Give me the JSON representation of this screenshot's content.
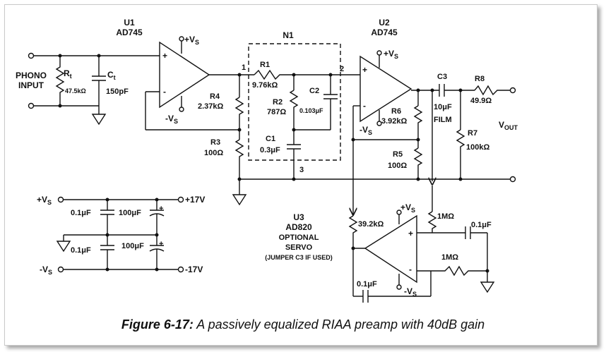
{
  "u1": {
    "ref": "U1",
    "part": "AD745"
  },
  "u2": {
    "ref": "U2",
    "part": "AD745"
  },
  "u3": {
    "ref": "U3",
    "part": "AD820",
    "note1": "OPTIONAL",
    "note2": "SERVO",
    "note3": "(JUMPER C3 IF USED)"
  },
  "n1": "N1",
  "input": {
    "line1": "PHONO",
    "line2": "INPUT"
  },
  "supply_labels": {
    "pos": "+V",
    "neg": "-V",
    "sub": "S"
  },
  "comp": {
    "rt": {
      "ref": "R",
      "sub": "t",
      "value": "47.5kΩ"
    },
    "ct": {
      "ref": "C",
      "sub": "t",
      "value": "150pF"
    },
    "r1": {
      "ref": "R1",
      "value": "9.76kΩ"
    },
    "r2": {
      "ref": "R2",
      "value": "787Ω"
    },
    "c2": {
      "ref": "C2",
      "value": "0.103μF"
    },
    "c1": {
      "ref": "C1",
      "value": "0.3μF"
    },
    "r3": {
      "ref": "R3",
      "value": "100Ω"
    },
    "r4": {
      "ref": "R4",
      "value": "2.37kΩ"
    },
    "r5": {
      "ref": "R5",
      "value": "100Ω"
    },
    "r6": {
      "ref": "R6",
      "value": "3.92kΩ"
    },
    "c3": {
      "ref": "C3",
      "value": "10μF",
      "note": "FILM"
    },
    "r7": {
      "ref": "R7",
      "value": "100kΩ"
    },
    "r8": {
      "ref": "R8",
      "value": "49.9Ω"
    },
    "rs1": {
      "value": "39.2kΩ"
    },
    "rs2": {
      "value": "1MΩ"
    },
    "rs3": {
      "value": "1MΩ"
    },
    "cs1": {
      "value": "0.1μF"
    },
    "cs2": {
      "value": "0.1μF"
    }
  },
  "output": {
    "ref": "V",
    "sub": "OUT"
  },
  "nodes": {
    "n1": "1",
    "n2": "2",
    "n3": "3"
  },
  "pin": {
    "plus": "+",
    "minus": "-"
  },
  "decoupling": {
    "pos_rail": "+17V",
    "neg_rail": "-17V",
    "c_small_top": "0.1μF",
    "c_big_top": "100μF",
    "c_small_bot": "0.1μF",
    "c_big_bot": "100μF"
  },
  "caption": {
    "prefix": "Figure 6-17:",
    "text": " A passively equalized RIAA preamp with 40dB gain"
  }
}
